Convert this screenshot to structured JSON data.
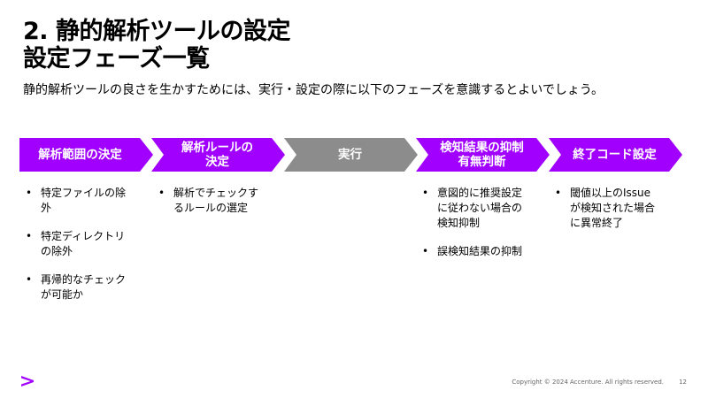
{
  "title": {
    "line1": "2. 静的解析ツールの設定",
    "line2": "設定フェーズ一覧"
  },
  "intro": "静的解析ツールの良さを生かすためには、実行・設定の際に以下のフェーズを意識するとよいでしょう。",
  "phases": [
    {
      "label": "解析範囲の決定",
      "color": "#a100ff",
      "bullets": [
        "特定ファイルの除外",
        "特定ディレクトリの除外",
        "再帰的なチェックが可能か"
      ]
    },
    {
      "label": "解析ルールの決定",
      "color": "#a100ff",
      "bullets": [
        "解析でチェックするルールの選定"
      ]
    },
    {
      "label": "実行",
      "color": "#8c8c8c",
      "bullets": []
    },
    {
      "label": "検知結果の抑制有無判断",
      "color": "#a100ff",
      "bullets": [
        "意図的に推奨設定に従わない場合の検知抑制",
        "誤検知結果の抑制"
      ]
    },
    {
      "label": "終了コード設定",
      "color": "#a100ff",
      "bullets": [
        "閾値以上のIssueが検知された場合に異常終了"
      ]
    }
  ],
  "footer": {
    "logo_icon": "accenture-greater-than-logo",
    "copyright": "Copyright © 2024 Accenture. All rights reserved.",
    "page_number": "12"
  }
}
